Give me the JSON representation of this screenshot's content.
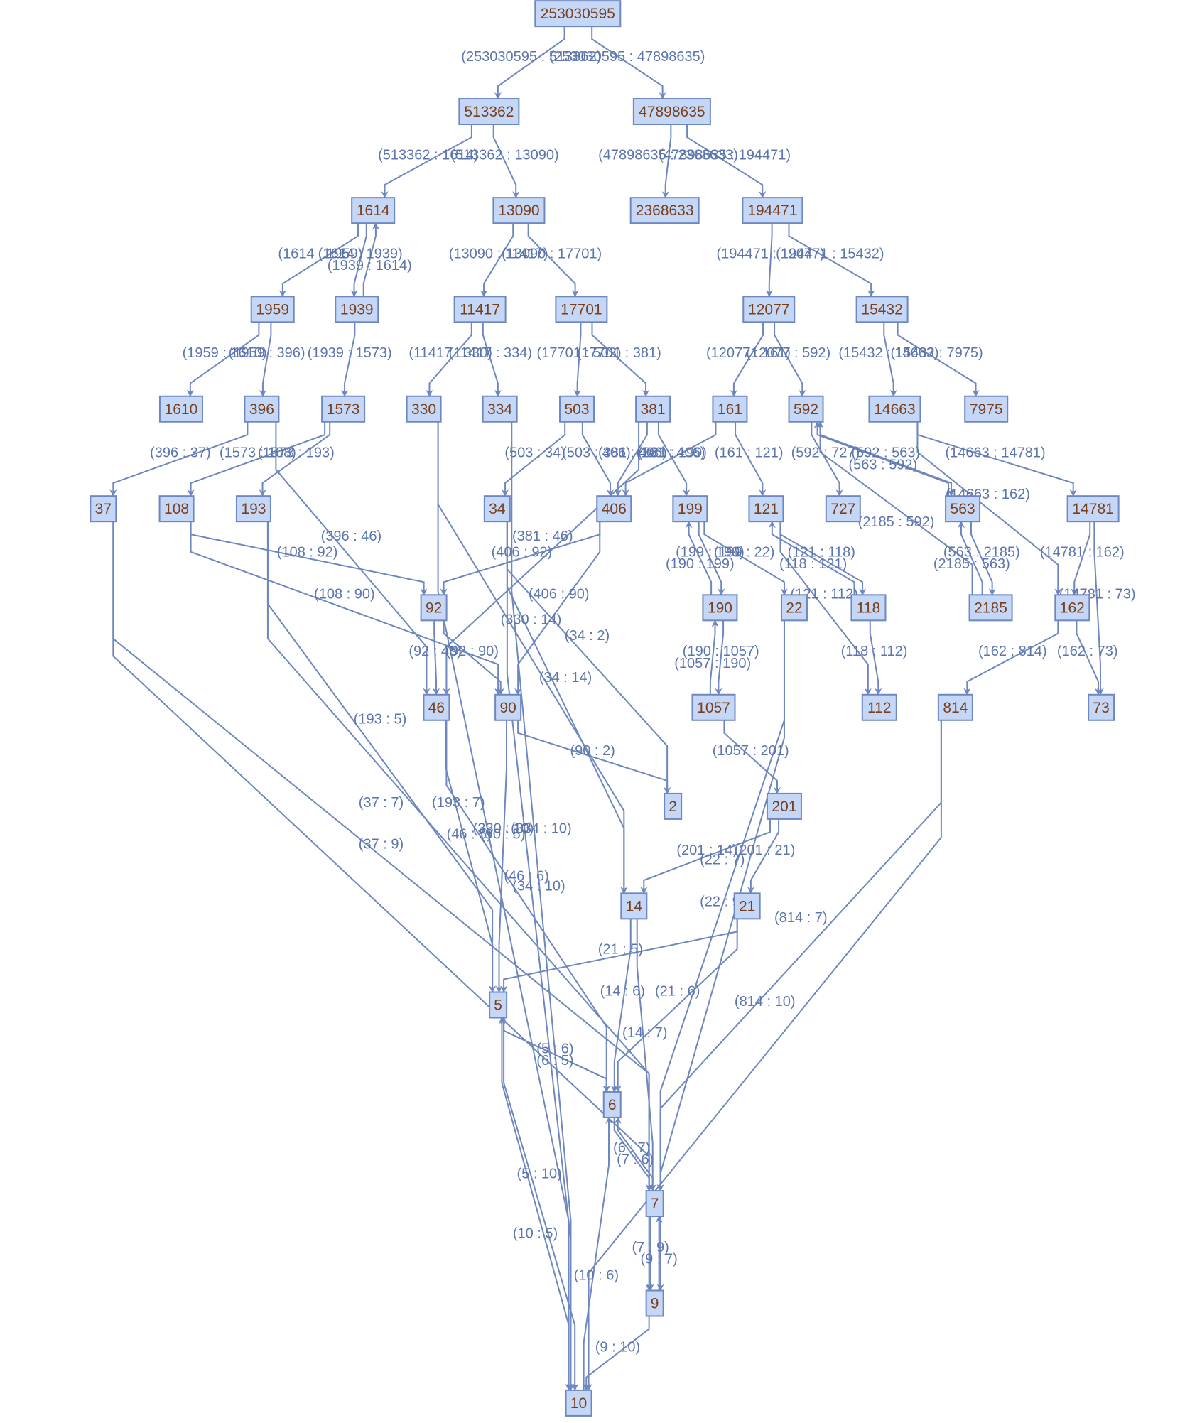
{
  "colors": {
    "node_fill": "#c5d7f7",
    "node_stroke": "#6e87bf",
    "node_text": "#7a3f1a",
    "edge": "#6e87bf",
    "edge_label": "#5d75ad"
  },
  "nodes": [
    "253030595",
    "513362",
    "47898635",
    "1614",
    "13090",
    "2368633",
    "194471",
    "1959",
    "1939",
    "11417",
    "17701",
    "12077",
    "15432",
    "1610",
    "396",
    "1573",
    "330",
    "334",
    "503",
    "381",
    "161",
    "592",
    "14663",
    "7975",
    "37",
    "108",
    "193",
    "34",
    "406",
    "199",
    "121",
    "727",
    "563",
    "14781",
    "92",
    "190",
    "22",
    "118",
    "2185",
    "162",
    "46",
    "90",
    "1057",
    "112",
    "814",
    "73",
    "2",
    "201",
    "14",
    "21",
    "5",
    "6",
    "7",
    "9",
    "10"
  ],
  "edges": [
    {
      "from": "253030595",
      "to": "513362",
      "label": "(253030595 : 513362)"
    },
    {
      "from": "253030595",
      "to": "47898635",
      "label": "(253030595 : 47898635)"
    },
    {
      "from": "513362",
      "to": "1614",
      "label": "(513362 : 1614)"
    },
    {
      "from": "513362",
      "to": "13090",
      "label": "(513362 : 13090)"
    },
    {
      "from": "47898635",
      "to": "2368633",
      "label": "(47898635 : 2368633)"
    },
    {
      "from": "47898635",
      "to": "194471",
      "label": "(47898635 : 194471)"
    },
    {
      "from": "1614",
      "to": "1959",
      "label": "(1614 : 1959)"
    },
    {
      "from": "1614",
      "to": "1939",
      "label": "(1614 : 1939)"
    },
    {
      "from": "1939",
      "to": "1614",
      "label": "(1939 : 1614)"
    },
    {
      "from": "13090",
      "to": "11417",
      "label": "(13090 : 11417)"
    },
    {
      "from": "13090",
      "to": "17701",
      "label": "(13090 : 17701)"
    },
    {
      "from": "194471",
      "to": "12077",
      "label": "(194471 : 12077)"
    },
    {
      "from": "194471",
      "to": "15432",
      "label": "(194471 : 15432)"
    },
    {
      "from": "1959",
      "to": "1610",
      "label": "(1959 : 1610)"
    },
    {
      "from": "1959",
      "to": "396",
      "label": "(1959 : 396)"
    },
    {
      "from": "1939",
      "to": "1573",
      "label": "(1939 : 1573)"
    },
    {
      "from": "11417",
      "to": "330",
      "label": "(11417 : 330)"
    },
    {
      "from": "11417",
      "to": "334",
      "label": "(11417 : 334)"
    },
    {
      "from": "17701",
      "to": "503",
      "label": "(17701 : 503)"
    },
    {
      "from": "17701",
      "to": "381",
      "label": "(17701 : 381)"
    },
    {
      "from": "12077",
      "to": "161",
      "label": "(12077 : 161)"
    },
    {
      "from": "12077",
      "to": "592",
      "label": "(12077 : 592)"
    },
    {
      "from": "15432",
      "to": "14663",
      "label": "(15432 : 14663)"
    },
    {
      "from": "15432",
      "to": "7975",
      "label": "(15432 : 7975)"
    },
    {
      "from": "396",
      "to": "37",
      "label": "(396 : 37)"
    },
    {
      "from": "1573",
      "to": "108",
      "label": "(1573 : 108)"
    },
    {
      "from": "1573",
      "to": "193",
      "label": "(1573 : 193)"
    },
    {
      "from": "503",
      "to": "34",
      "label": "(503 : 34)"
    },
    {
      "from": "503",
      "to": "406",
      "label": "(503 : 406)"
    },
    {
      "from": "381",
      "to": "406",
      "label": "(381 : 406)"
    },
    {
      "from": "381",
      "to": "199",
      "label": "(381 : 199)"
    },
    {
      "from": "161",
      "to": "406",
      "label": "(161 : 406)"
    },
    {
      "from": "161",
      "to": "121",
      "label": "(161 : 121)"
    },
    {
      "from": "592",
      "to": "727",
      "label": "(592 : 727)"
    },
    {
      "from": "592",
      "to": "563",
      "label": "(592 : 563)"
    },
    {
      "from": "563",
      "to": "592",
      "label": "(563 : 592)"
    },
    {
      "from": "2185",
      "to": "592",
      "label": "(2185 : 592)"
    },
    {
      "from": "14663",
      "to": "14781",
      "label": "(14663 : 14781)"
    },
    {
      "from": "14663",
      "to": "162",
      "label": "(14663 : 162)"
    },
    {
      "from": "108",
      "to": "92",
      "label": "(108 : 92)"
    },
    {
      "from": "406",
      "to": "92",
      "label": "(406 : 92)"
    },
    {
      "from": "381",
      "to": "46",
      "label": "(381 : 46)"
    },
    {
      "from": "199",
      "to": "190",
      "label": "(199 : 190)"
    },
    {
      "from": "190",
      "to": "199",
      "label": "(190 : 199)"
    },
    {
      "from": "199",
      "to": "22",
      "label": "(199 : 22)"
    },
    {
      "from": "121",
      "to": "118",
      "label": "(121 : 118)"
    },
    {
      "from": "118",
      "to": "121",
      "label": "(118 : 121)"
    },
    {
      "from": "121",
      "to": "112",
      "label": "(121 : 112)"
    },
    {
      "from": "563",
      "to": "2185",
      "label": "(563 : 2185)"
    },
    {
      "from": "2185",
      "to": "563",
      "label": "(2185 : 563)"
    },
    {
      "from": "14781",
      "to": "162",
      "label": "(14781 : 162)"
    },
    {
      "from": "14781",
      "to": "73",
      "label": "(14781 : 73)"
    },
    {
      "from": "396",
      "to": "46",
      "label": "(396 : 46)"
    },
    {
      "from": "108",
      "to": "90",
      "label": "(108 : 90)"
    },
    {
      "from": "92",
      "to": "46",
      "label": "(92 : 46)"
    },
    {
      "from": "92",
      "to": "90",
      "label": "(92 : 90)"
    },
    {
      "from": "34",
      "to": "14",
      "label": "(34 : 14)"
    },
    {
      "from": "34",
      "to": "2",
      "label": "(34 : 2)"
    },
    {
      "from": "406",
      "to": "90",
      "label": "(406 : 90)"
    },
    {
      "from": "190",
      "to": "1057",
      "label": "(190 : 1057)"
    },
    {
      "from": "1057",
      "to": "190",
      "label": "(1057 : 190)"
    },
    {
      "from": "118",
      "to": "112",
      "label": "(118 : 112)"
    },
    {
      "from": "162",
      "to": "814",
      "label": "(162 : 814)"
    },
    {
      "from": "162",
      "to": "73",
      "label": "(162 : 73)"
    },
    {
      "from": "330",
      "to": "14",
      "label": "(330 : 14)"
    },
    {
      "from": "90",
      "to": "2",
      "label": "(90 : 2)"
    },
    {
      "from": "34",
      "to": "10",
      "label": "(34 : 10)"
    },
    {
      "from": "1057",
      "to": "201",
      "label": "(1057 : 201)"
    },
    {
      "from": "46",
      "to": "5",
      "label": "(46 : 5)"
    },
    {
      "from": "90",
      "to": "5",
      "label": "(90 : 5)"
    },
    {
      "from": "201",
      "to": "14",
      "label": "(201 : 14)"
    },
    {
      "from": "201",
      "to": "21",
      "label": "(201 : 21)"
    },
    {
      "from": "193",
      "to": "5",
      "label": "(193 : 5)"
    },
    {
      "from": "46",
      "to": "6",
      "label": "(46 : 6)"
    },
    {
      "from": "334",
      "to": "10",
      "label": "(334 : 10)"
    },
    {
      "from": "330",
      "to": "10",
      "label": "(330 : 10)"
    },
    {
      "from": "21",
      "to": "5",
      "label": "(21 : 5)"
    },
    {
      "from": "22",
      "to": "7",
      "label": "(22 : 7)"
    },
    {
      "from": "14",
      "to": "6",
      "label": "(14 : 6)"
    },
    {
      "from": "22",
      "to": "9",
      "label": "(22 : 9)"
    },
    {
      "from": "193",
      "to": "7",
      "label": "(193 : 7)"
    },
    {
      "from": "21",
      "to": "6",
      "label": "(21 : 6)"
    },
    {
      "from": "5",
      "to": "6",
      "label": "(5 : 6)"
    },
    {
      "from": "6",
      "to": "5",
      "label": "(6 : 5)"
    },
    {
      "from": "14",
      "to": "7",
      "label": "(14 : 7)"
    },
    {
      "from": "814",
      "to": "7",
      "label": "(814 : 7)"
    },
    {
      "from": "37",
      "to": "7",
      "label": "(37 : 7)"
    },
    {
      "from": "6",
      "to": "7",
      "label": "(6 : 7)"
    },
    {
      "from": "7",
      "to": "6",
      "label": "(7 : 6)"
    },
    {
      "from": "5",
      "to": "10",
      "label": "(5 : 10)"
    },
    {
      "from": "10",
      "to": "5",
      "label": "(10 : 5)"
    },
    {
      "from": "37",
      "to": "9",
      "label": "(37 : 9)"
    },
    {
      "from": "814",
      "to": "10",
      "label": "(814 : 10)"
    },
    {
      "from": "10",
      "to": "6",
      "label": "(10 : 6)"
    },
    {
      "from": "7",
      "to": "9",
      "label": "(7 : 9)"
    },
    {
      "from": "9",
      "to": "7",
      "label": "(9 : 7)"
    },
    {
      "from": "9",
      "to": "10",
      "label": "(9 : 10)"
    }
  ]
}
